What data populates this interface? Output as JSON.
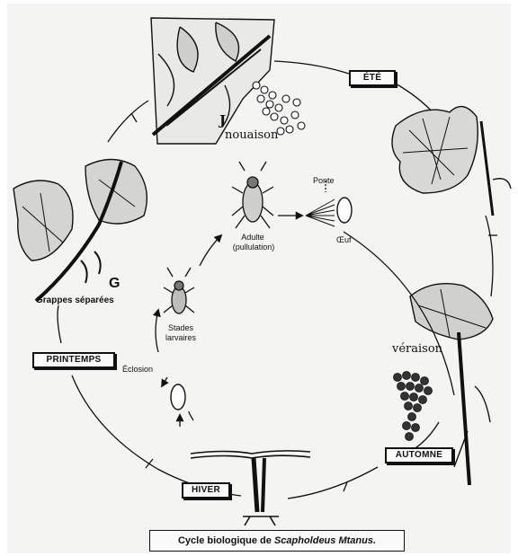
{
  "seasons": {
    "ete": "ÉTÉ",
    "printemps": "PRINTEMPS",
    "automne": "AUTOMNE",
    "hiver": "HIVER"
  },
  "stages": {
    "j_letter": "J",
    "nouaison": "nouaison",
    "g_letter": "G",
    "grappes": "Grappes séparées",
    "veraison": "véraison"
  },
  "insect_cycle": {
    "ponte": "Ponte",
    "oeuf": "Œuf",
    "adulte": "Adulte",
    "pullulation": "(pullulation)",
    "stades": "Stades",
    "larvaires": "larvaires",
    "eclosion": "Éclosion"
  },
  "caption": {
    "prefix": "Cycle biologique de ",
    "species": "Scapholdeus Mtanus."
  },
  "colors": {
    "ink": "#111111",
    "paper": "#f4f4f2"
  },
  "icons": [
    "leafhopper-adult-icon",
    "leafhopper-larva-icon",
    "egg-icon",
    "egg-laying-icon",
    "grape-cluster-icon",
    "vine-leaf-icon",
    "vine-stock-icon"
  ]
}
